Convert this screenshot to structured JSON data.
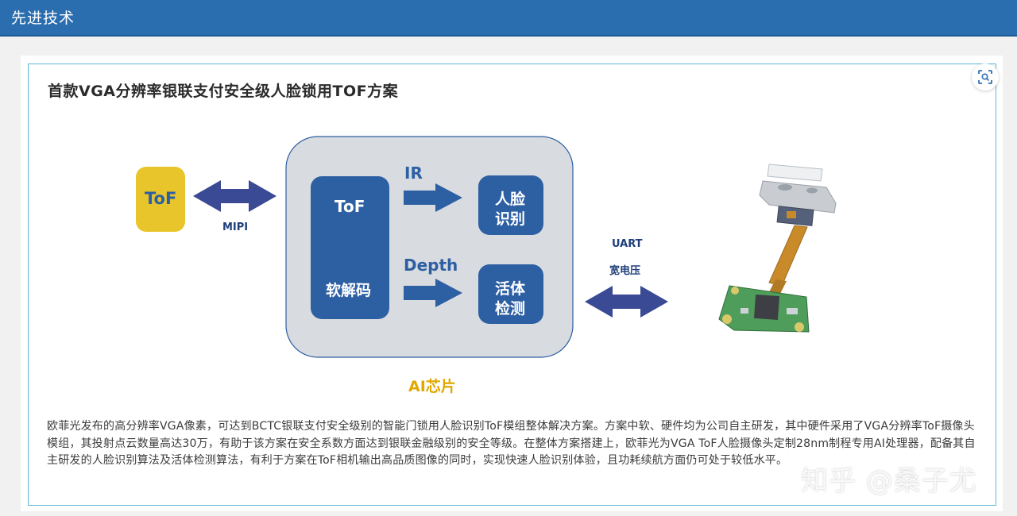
{
  "header": {
    "title": "先进技术"
  },
  "card": {
    "heading": "首款VGA分辨率银联支付安全级人脸锁用TOF方案",
    "description": "欧菲光发布的高分辨率VGA像素，可达到BCTC银联支付安全级别的智能门锁用人脸识别ToF模组整体解决方案。方案中软、硬件均为公司自主研发，其中硬件采用了VGA分辨率ToF摄像头模组，其投射点云数量高达30万，有助于该方案在安全系数方面达到银联金融级别的安全等级。在整体方案搭建上，欧菲光为VGA ToF人脸摄像头定制28nm制程专用AI处理器，配备其自主研发的人脸识别算法及活体检测算法，有利于方案在ToF相机输出高品质图像的同时，实现快速人脸识别体验，且功耗续航方面仍可处于较低水平。"
  },
  "diagram": {
    "sensor_label": "ToF",
    "link_label": "MIPI",
    "decoder_line1": "ToF",
    "decoder_line2": "软解码",
    "ir_label": "IR",
    "depth_label": "Depth",
    "face_line1": "人脸",
    "face_line2": "识别",
    "live_line1": "活体",
    "live_line2": "检测",
    "chip_label": "AI芯片",
    "uart_label": "UART",
    "voltage_label": "宽电压",
    "colors": {
      "blue": "#2d5fa3",
      "yellow": "#e8c52a",
      "chip_bg": "#d8dbe0",
      "gold_text": "#e0a800",
      "arrow": "#3a4a94"
    }
  },
  "watermark": "知乎 @桑子尤",
  "icons": {
    "scan": "scan-icon"
  }
}
